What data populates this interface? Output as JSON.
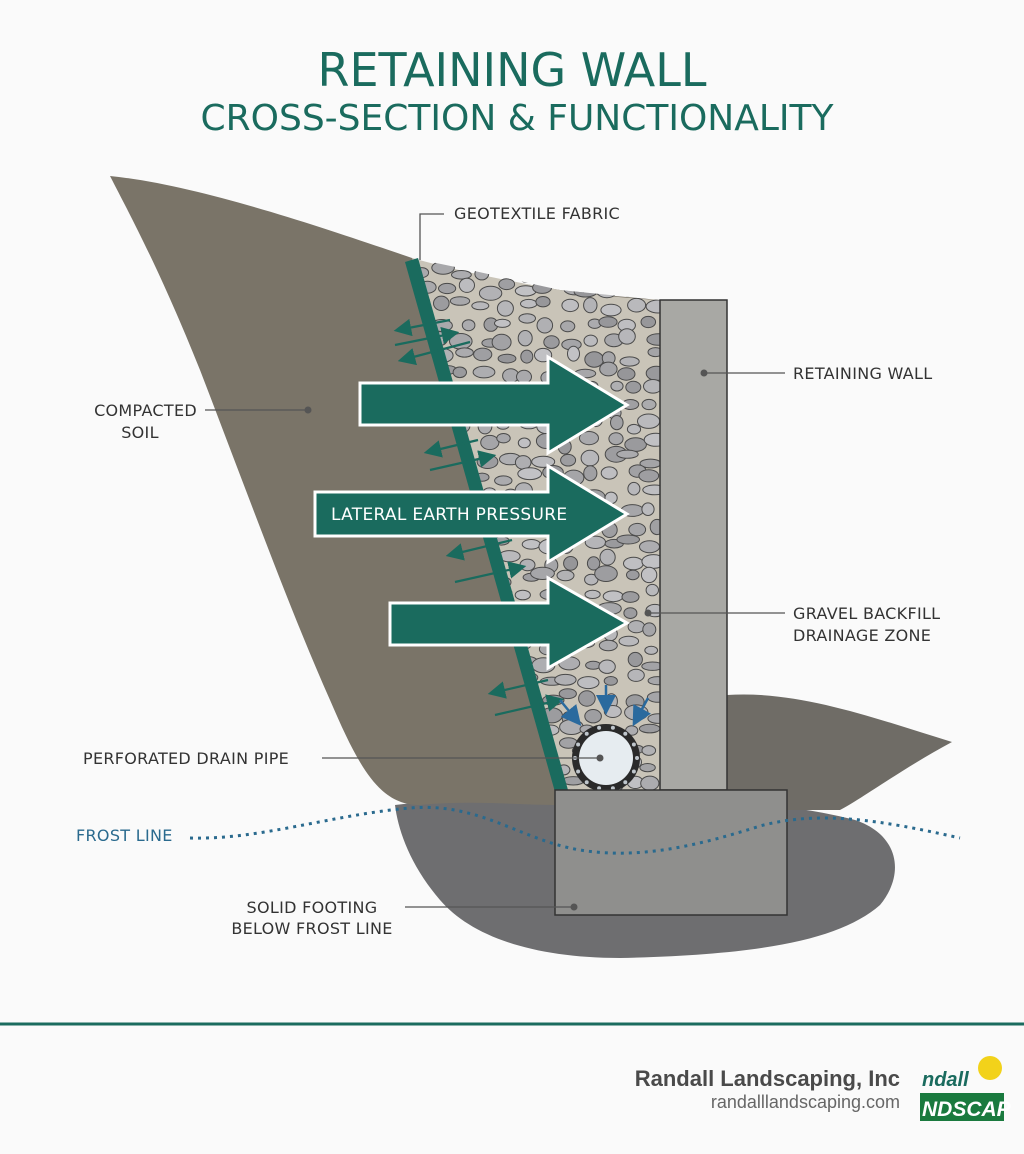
{
  "title": {
    "line1": "RETAINING WALL",
    "line2": "CROSS-SECTION & FUNCTIONALITY"
  },
  "labels": {
    "geotextile": "GEOTEXTILE FABRIC",
    "retaining_wall": "RETAINING WALL",
    "compacted_soil_line1": "COMPACTED",
    "compacted_soil_line2": "SOIL",
    "lateral_pressure": "LATERAL EARTH PRESSURE",
    "gravel_line1": "GRAVEL BACKFILL",
    "gravel_line2": "DRAINAGE ZONE",
    "drain_pipe": "PERFORATED DRAIN PIPE",
    "frost_line": "FROST LINE",
    "footing_line1": "SOLID FOOTING",
    "footing_line2": "BELOW FROST LINE"
  },
  "footer": {
    "company": "Randall Landscaping, Inc",
    "url": "randalllandscaping.com",
    "logo_top": "ndall",
    "logo_bottom": "NDSCAP"
  },
  "colors": {
    "accent_teal": "#1a6b5e",
    "soil": "#7a7468",
    "subsoil": "#6e6e70",
    "gravel_bg": "#c9c4b8",
    "concrete": "#a8a8a4",
    "frost_blue": "#2a6a8e"
  }
}
